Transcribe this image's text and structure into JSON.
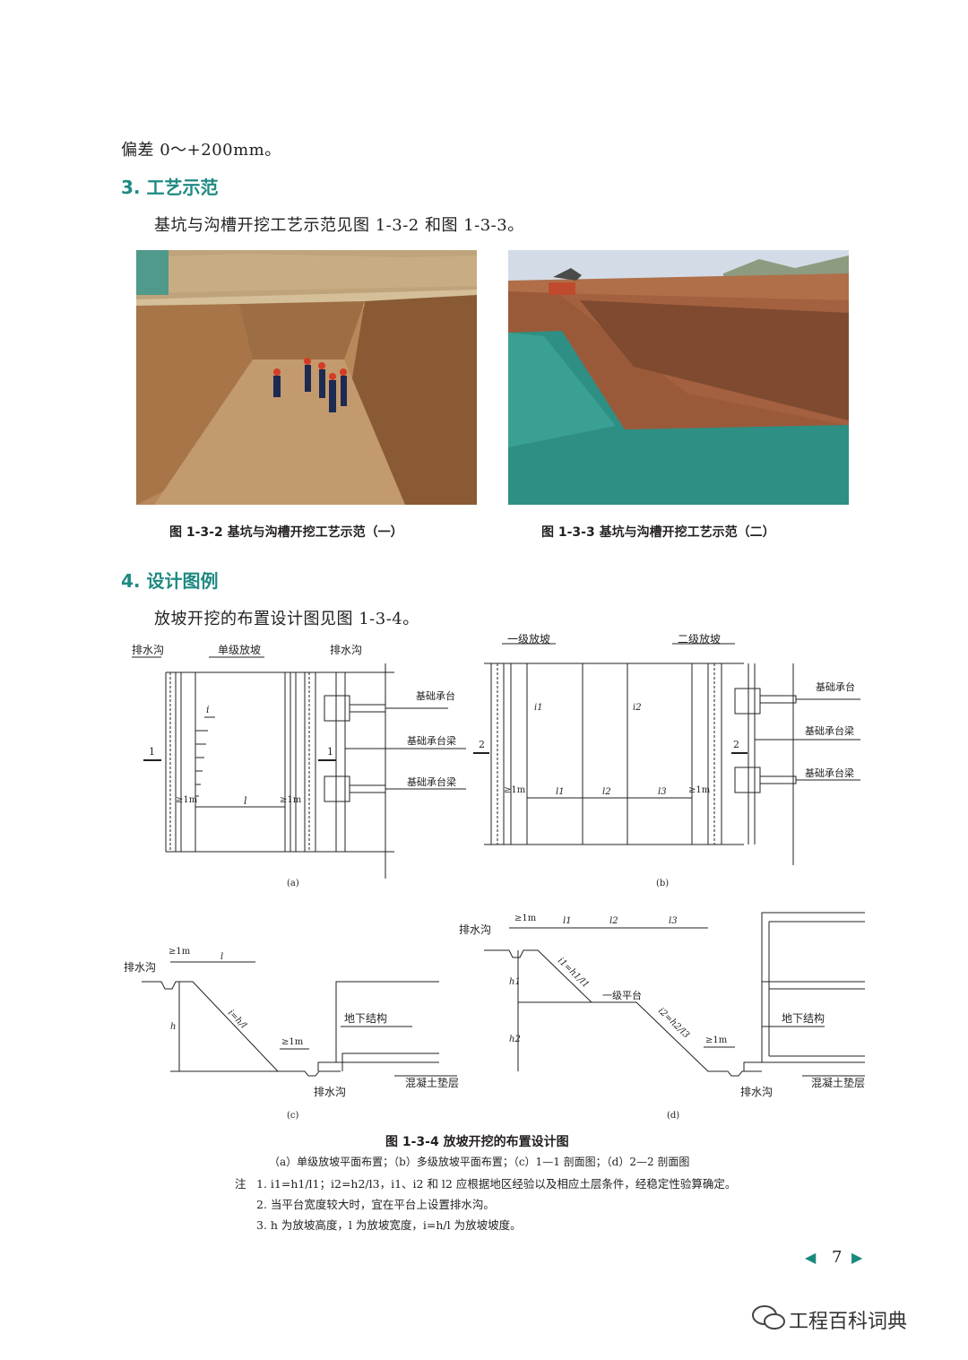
{
  "intro_line": "偏差 0～+200mm。",
  "section3": {
    "heading": "3. 工艺示范",
    "paragraph": "基坑与沟槽开挖工艺示范见图 1-3-2 和图 1-3-3。"
  },
  "photos": {
    "left_caption": "图 1-3-2   基坑与沟槽开挖工艺示范（一）",
    "right_caption": "图 1-3-3   基坑与沟槽开挖工艺示范（二）"
  },
  "section4": {
    "heading": "4. 设计图例",
    "paragraph": "放坡开挖的布置设计图见图 1-3-4。"
  },
  "diagram": {
    "a": {
      "drain_left": "排水沟",
      "single_slope": "单级放坡",
      "drain_right": "排水沟",
      "cap": "基础承台",
      "beam1": "基础承台梁",
      "beam2": "基础承台梁",
      "section": "1",
      "i": "i",
      "l": "l",
      "gap": "≥1m",
      "sub": "(a)"
    },
    "b": {
      "first_slope": "一级放坡",
      "second_slope": "二级放坡",
      "cap": "基础承台",
      "beam1": "基础承台梁",
      "beam2": "基础承台梁",
      "section": "2",
      "i1": "i1",
      "i2": "i2",
      "l1": "l1",
      "l2": "l2",
      "l3": "l3",
      "gap": "≥1m",
      "sub": "(b)"
    },
    "c": {
      "drain_top": "排水沟",
      "drain_bottom": "排水沟",
      "underground": "地下结构",
      "cushion": "混凝土垫层",
      "gap": "≥1m",
      "l": "l",
      "h": "h",
      "slope": "i=h/l",
      "sub": "(c)"
    },
    "d": {
      "drain_top": "排水沟",
      "drain_bottom": "排水沟",
      "platform": "一级平台",
      "underground": "地下结构",
      "cushion": "混凝土垫层",
      "gap": "≥1m",
      "l1": "l1",
      "l2": "l2",
      "l3": "l3",
      "h1": "h1",
      "h2": "h2",
      "slope1": "i1=h1/l1",
      "slope2": "i2=h2/l3",
      "sub": "(d)"
    }
  },
  "figure": {
    "title": "图 1-3-4   放坡开挖的布置设计图",
    "subtitle": "（a）单级放坡平面布置；（b）多级放坡平面布置；（c）1—1 剖面图；（d）2—2 剖面图",
    "note_label": "注",
    "notes": [
      "1. i1=h1/l1；i2=h2/l3，i1、i2 和 l2 应根据地区经验以及相应土层条件，经稳定性验算确定。",
      "2. 当平台宽度较大时，宜在平台上设置排水沟。",
      "3. h 为放坡高度，l 为放坡宽度，i=h/l 为放坡坡度。"
    ]
  },
  "page_number": "7",
  "watermark": "工程百科词典",
  "colors": {
    "accent": "#1f8a83",
    "text": "#231f20"
  }
}
